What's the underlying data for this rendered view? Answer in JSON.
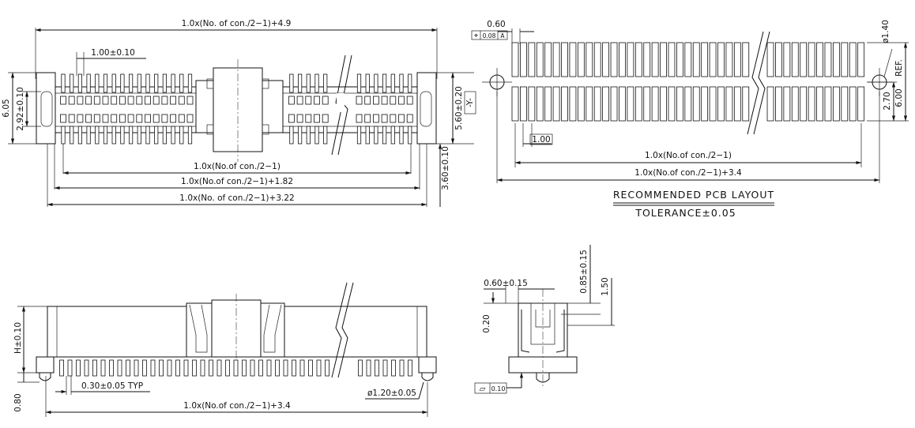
{
  "top_view": {
    "overall_length": "1.0x(No. of con./2−1)+4.9",
    "pitch": "1.00±0.10",
    "row_span": "1.0x(No.of con./2−1)",
    "body_length": "1.0x(No.of con./2−1)+1.82",
    "total_length": "1.0x(No. of con./2−1)+3.22",
    "height_total": "6.05",
    "row_height": "2.92±0.10",
    "width_right": "5.60±0.20",
    "datum_y": "-Y-",
    "depth_right": "3.60±0.10"
  },
  "pcb_layout": {
    "pad_width": "0.60",
    "pad_tolerance_symbol": "⌖",
    "pad_tolerance_value": "0.08",
    "pad_tolerance_datum": "A",
    "hole_dia": "ø1.40",
    "ref_label": "REF.",
    "pad_pitch": "1.00",
    "row_span": "1.0x(No.of con./2−1)",
    "total_span": "1.0x(No.of con./2−1)+3.4",
    "row_gap": "2.70",
    "outer_height": "6.00",
    "title": "RECOMMENDED PCB LAYOUT",
    "tolerance": "TOLERANCE±0.05"
  },
  "side_view": {
    "height": "H±0.10",
    "pin_width": "0.30±0.05 TYP",
    "post_dia": "ø1.20±0.05",
    "standoff": "0.80",
    "length": "1.0x(No.of con./2−1)+3.4"
  },
  "end_view": {
    "contact_width": "0.60±0.15",
    "contact_offset": "0.85±0.15",
    "contact_height": "1.50",
    "gap": "0.20",
    "flatness_symbol": "⏥",
    "flatness_value": "0.10"
  }
}
